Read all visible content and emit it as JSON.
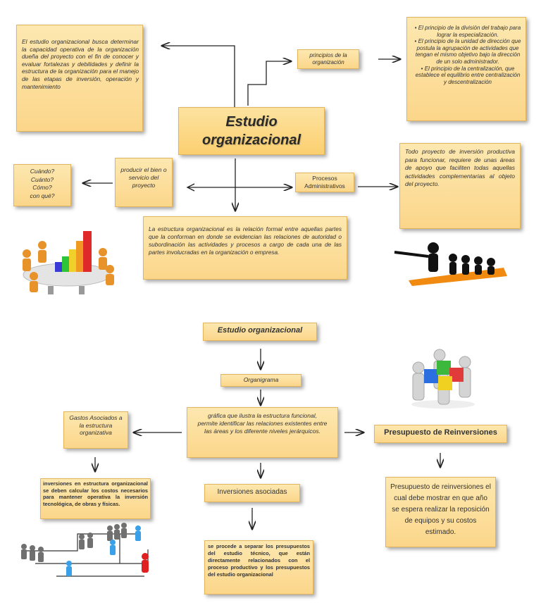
{
  "top": {
    "center_title": "Estudio organizacional",
    "left_desc": "El estudio organizacional busca determinar la capacidad operativa de la organización dueña del proyecto con el fin de conocer y evaluar fortalezas y debilidades y definir la estructura de la organización para el manejo de las etapas de inversión, operación y mantenimiento",
    "principios_label": "principios de la organización",
    "principios": [
      "El principio de la división del trabajo para lograr la especialización.",
      "El principio de la unidad de dirección que postula la agrupación de actividades que tengan el mismo objetivo bajo la dirección de un solo administrador.",
      "El principio de la centralización, que establece el equilibrio entre centralización y descentralización"
    ],
    "producir": "producir el bien o servicio del proyecto",
    "questions": [
      "Cuándo?",
      "Cuánto?",
      "Cómo?",
      "con qué?"
    ],
    "procesos": "Procesos Administrativos",
    "procesos_desc": "Todo proyecto de inversión productiva para funcionar, requiere de unas áreas de apoyo que faciliten todas aquellas actividades complementarias al objeto del proyecto.",
    "estructura_desc": "La estructura organizacional es la relación formal entre aquellas partes que la conforman en donde se evidencian las relaciones de autoridad o subordinación las actividades y procesos a cargo de cada una de las partes involucradas en la organización o empresa."
  },
  "bottom": {
    "title": "Estudio organizacional",
    "organigrama": "Organigrama",
    "grafica": "gráfica que ilustra la estructura funcional, permite identificar las relaciones existentes entre las áreas y los diferente niveles jerárquicos.",
    "gastos": "Gastos Asociados a la estructura organizativa",
    "gastos_desc": "inversiones en estructura organizacional se deben calcular los costos necesarios para mantener operativa la inversión tecnológica, de obras y físicas.",
    "inversiones": "Inversiones asociadas",
    "inversiones_desc": "se procede a separar los presupuestos del estudio técnico, que están directamente relacionados con el proceso productivo y los presupuestos del estudio organizacional",
    "presupuesto": "Presupuesto de Reinversiones",
    "presupuesto_desc": "Presupuesto de reinversiones el cual debe mostrar en que año se espera realizar la reposición de equipos y su costos estimado."
  }
}
